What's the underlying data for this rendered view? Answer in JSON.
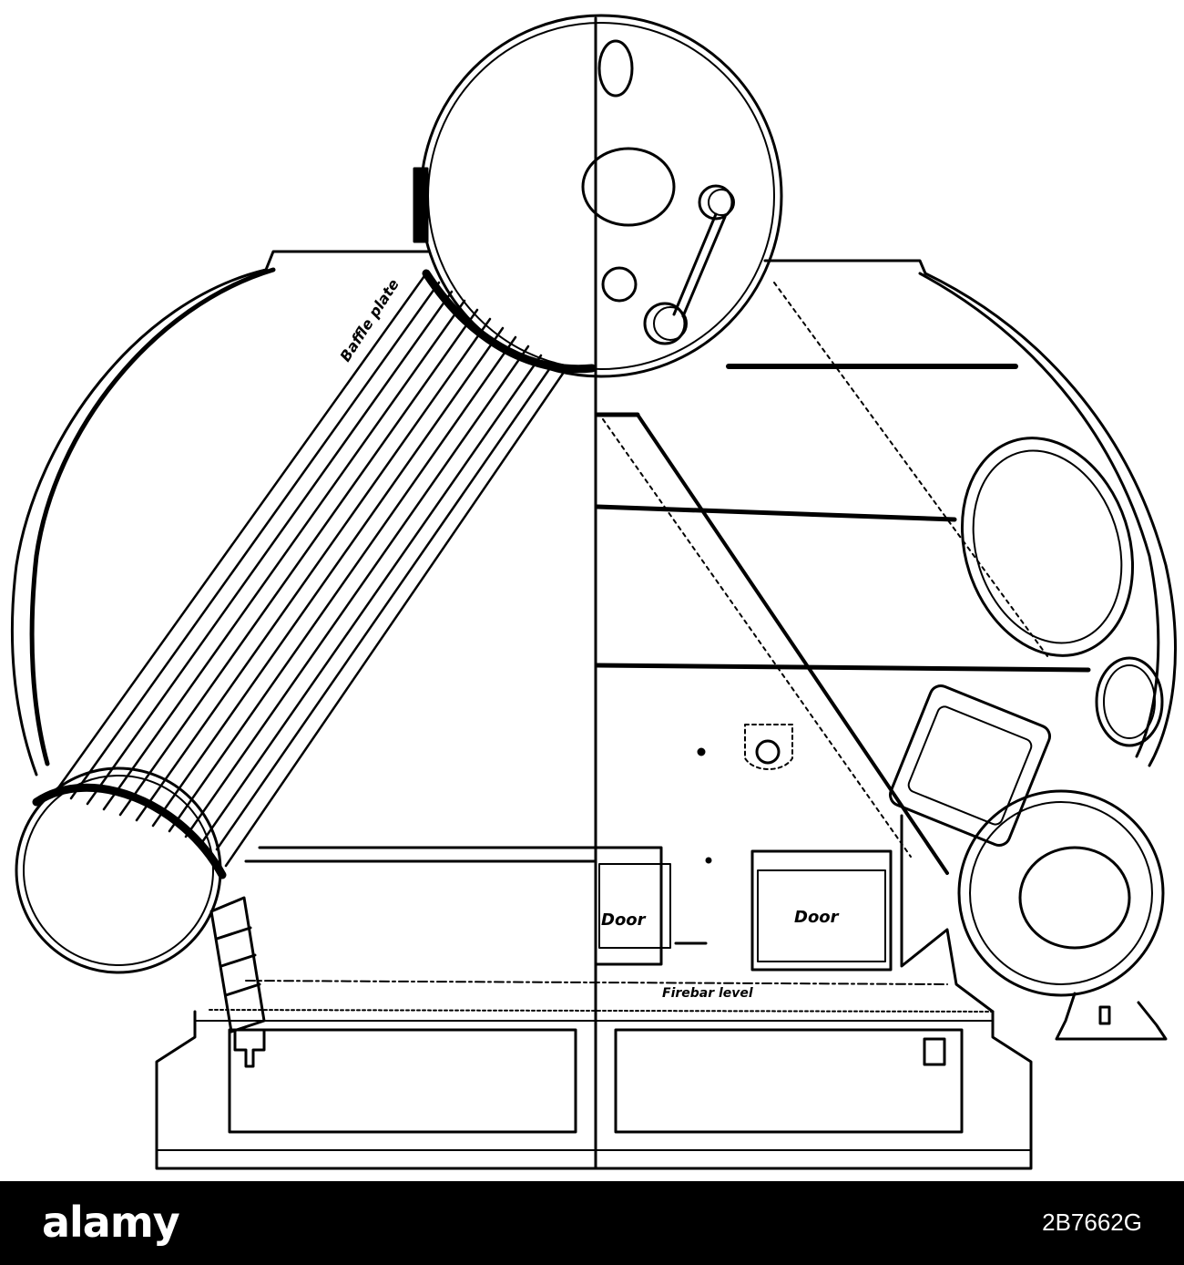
{
  "labels": {
    "baffle_plate": "Baffle plate",
    "door_left": "Door",
    "door_right": "Door",
    "firebar_level": "Firebar level"
  },
  "watermark": {
    "brand": "alamy",
    "image_code": "2B7662G"
  },
  "colors": {
    "ink": "#000000",
    "paper": "#ffffff",
    "footer_background": "#000000"
  }
}
